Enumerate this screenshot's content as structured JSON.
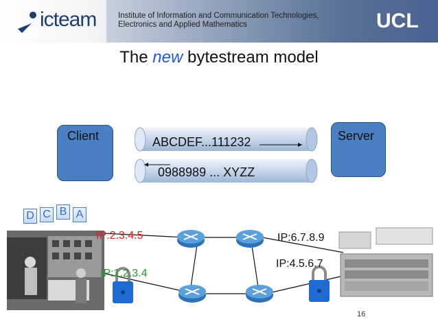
{
  "header": {
    "logo_text": "icteam",
    "institute_line1": "Institute of Information and Communication Technologies,",
    "institute_line2": "Electronics and Applied Mathematics",
    "ucl": "UCL"
  },
  "slide": {
    "title_prefix": "The",
    "title_em": "new",
    "title_suffix": "bytestream model",
    "page_number": "16"
  },
  "diagram": {
    "client_label": "Client",
    "server_label": "Server",
    "stream_forward": "ABCDEF...111232",
    "stream_backward": "0988989 ... XYZZ",
    "packets": [
      "D",
      "C",
      "B",
      "A"
    ],
    "ip_client_1": "IP:2.3.4.5",
    "ip_client_2": "IP:1.2.3.4",
    "ip_server_1": "IP:6.7.8.9",
    "ip_server_2": "IP:4.5.6.7"
  },
  "colors": {
    "box_fill": "#4a7fc1",
    "ip_red": "#e41a1a",
    "ip_green": "#1ea01e",
    "title_emphasis": "#1f5bd8",
    "lock_blue": "#1f6bd1"
  }
}
